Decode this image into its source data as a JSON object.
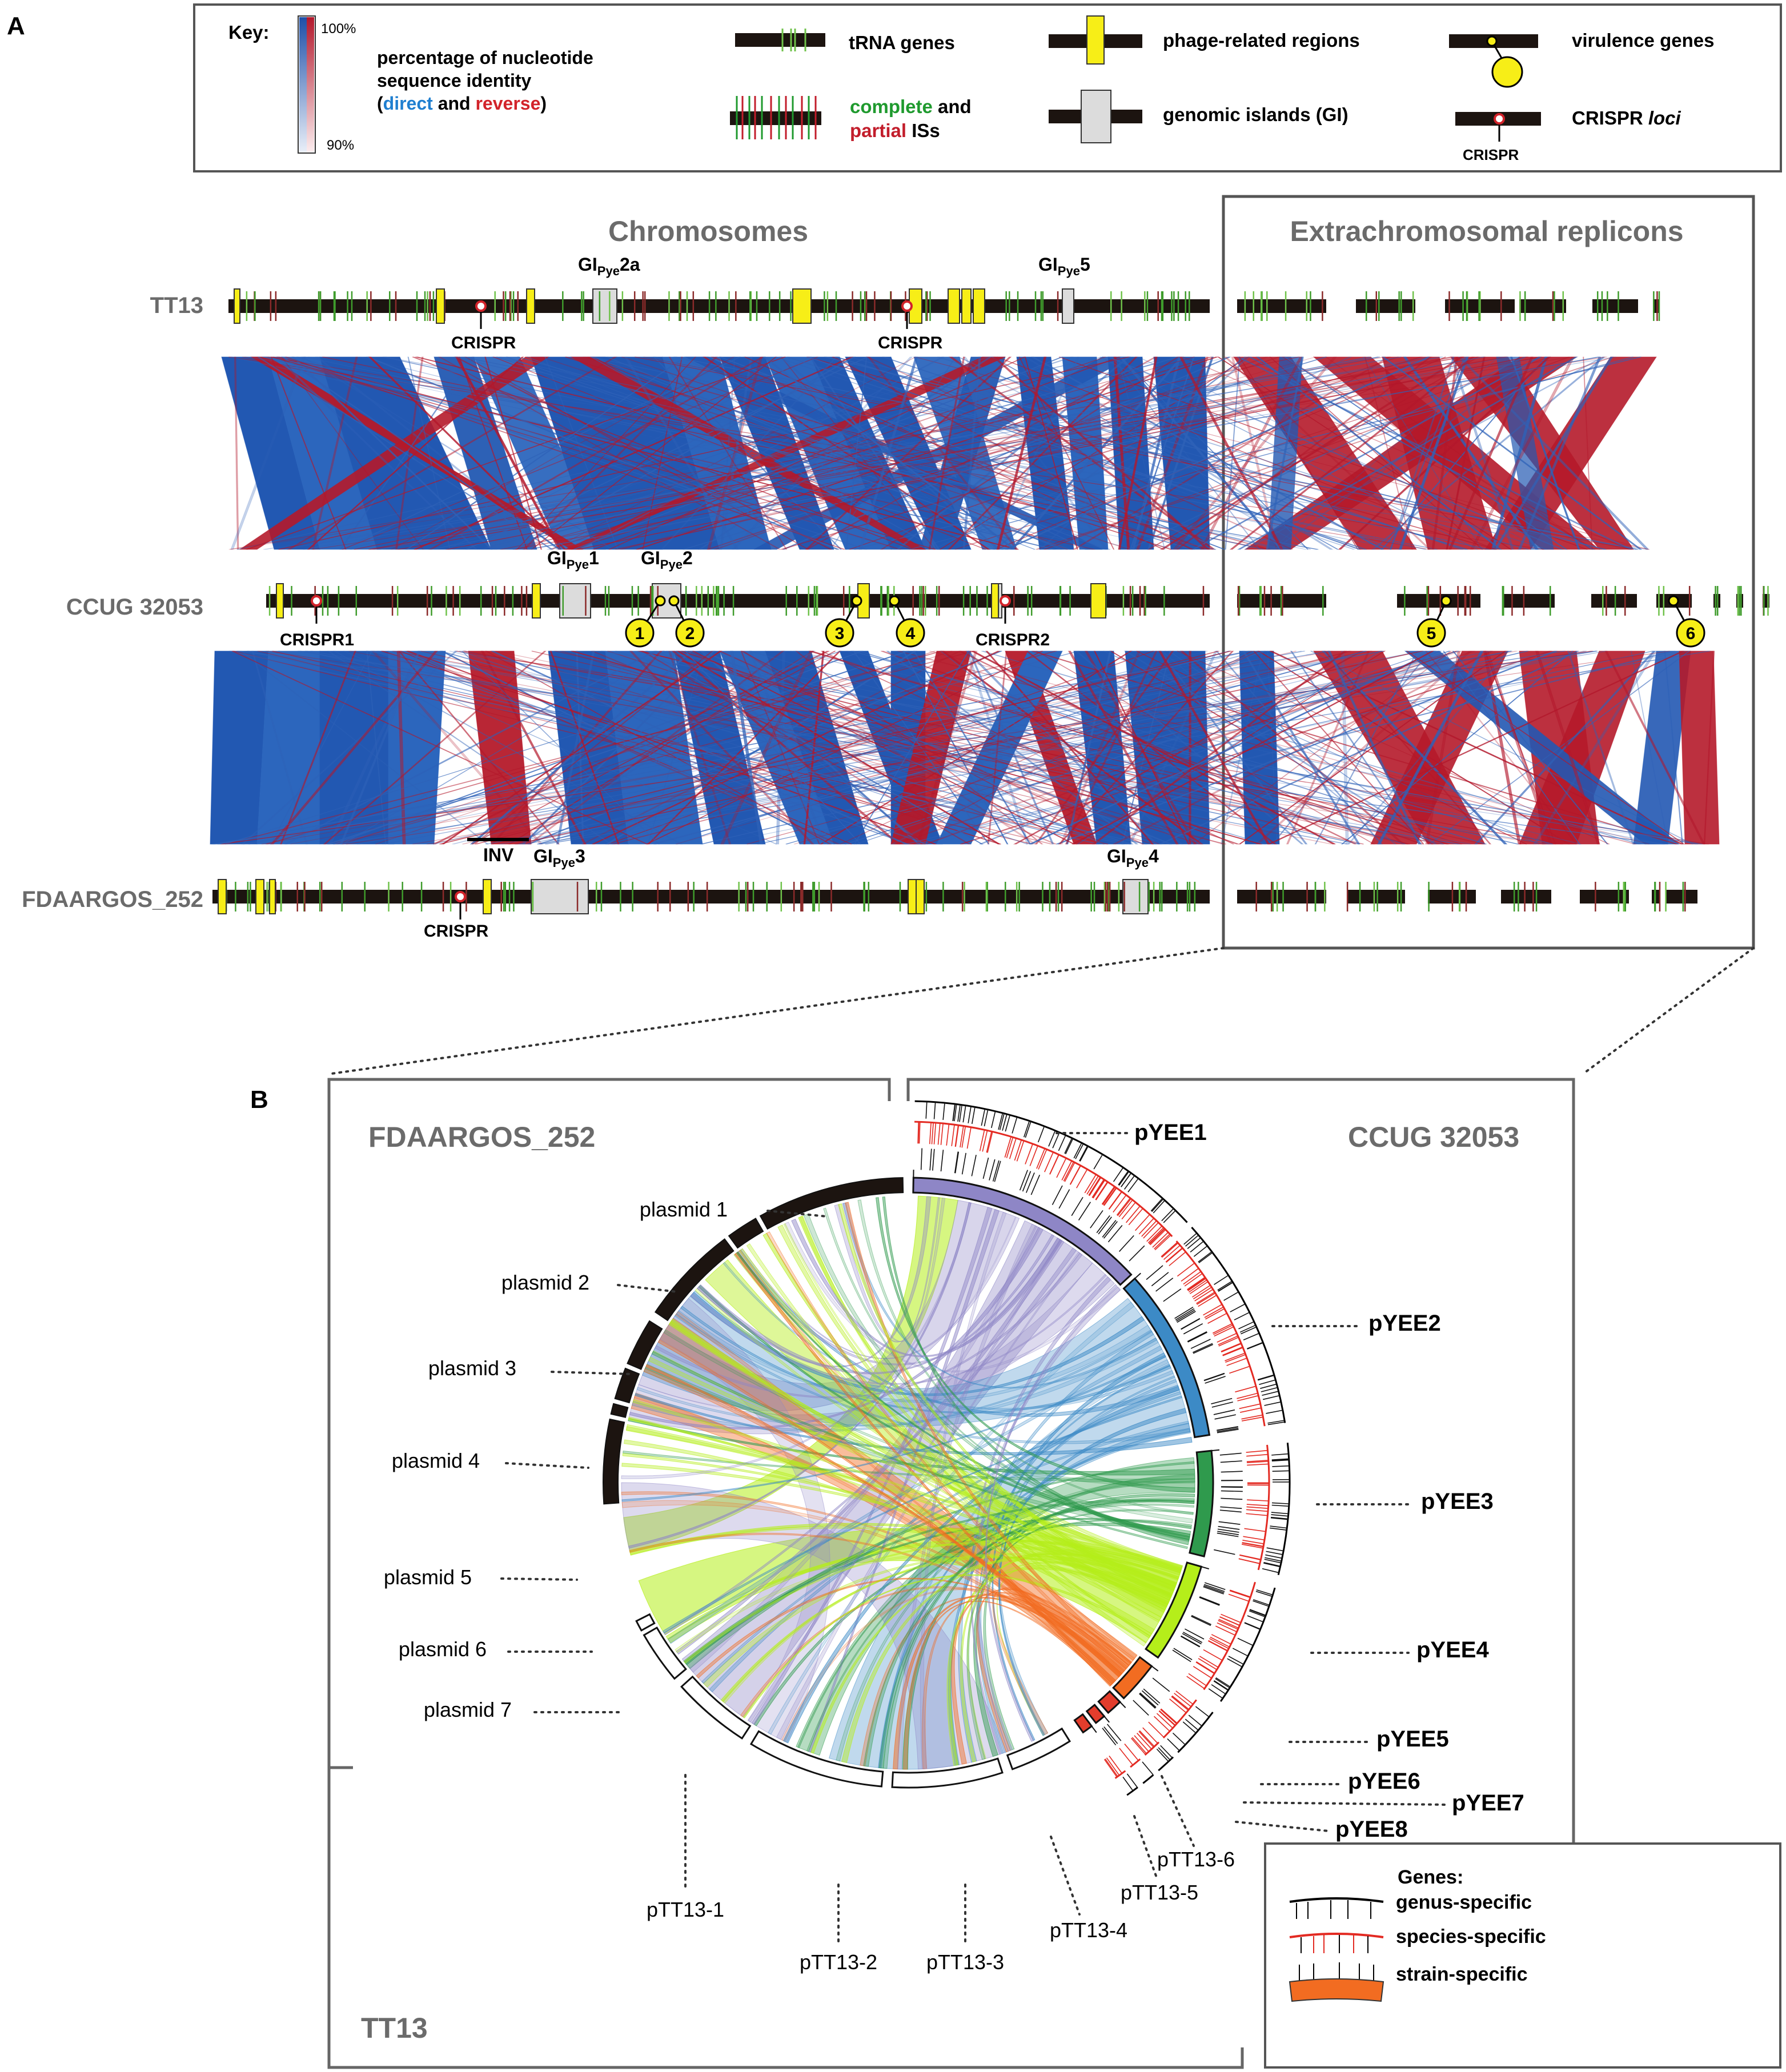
{
  "panel_a": {
    "label": "A",
    "key": {
      "title": "Key:",
      "scale_max": "100%",
      "scale_min": "90%",
      "identity_line1": "percentage of nucleotide",
      "identity_line2": "sequence identity",
      "identity_direct": "direct",
      "identity_and": "and",
      "identity_reverse": "reverse",
      "trna": "tRNA genes",
      "is_complete": "complete",
      "is_and": "and",
      "is_partial": "partial",
      "is_suffix": "ISs",
      "phage": "phage-related regions",
      "gi": "genomic islands (GI)",
      "virulence": "virulence genes",
      "crispr_loci": "CRISPR",
      "crispr_loci_italic": "loci",
      "crispr_marker": "CRISPR",
      "colors": {
        "direct": "#1f5fb5",
        "reverse": "#b3182c",
        "complete": "#1f9a2e",
        "partial": "#c21d2b",
        "phage": "#f7ee17",
        "gi": "#dcdcdc"
      }
    },
    "headers": {
      "chromosomes": "Chromosomes",
      "extrachromosomal": "Extrachromosomal replicons"
    },
    "strains": [
      "TT13",
      "CCUG 32053",
      "FDAARGOS_252"
    ],
    "gi_labels": {
      "tt13_2a": {
        "main": "GI",
        "sub": "Pye",
        "suffix": "2a"
      },
      "tt13_5": {
        "main": "GI",
        "sub": "Pye",
        "suffix": "5"
      },
      "ccug_1": {
        "main": "GI",
        "sub": "Pye",
        "suffix": "1"
      },
      "ccug_2": {
        "main": "GI",
        "sub": "Pye",
        "suffix": "2"
      },
      "fda_3": {
        "main": "GI",
        "sub": "Pye",
        "suffix": "3"
      },
      "fda_4": {
        "main": "GI",
        "sub": "Pye",
        "suffix": "4"
      }
    },
    "crispr_labels": {
      "tt13_a": "CRISPR",
      "tt13_b": "CRISPR",
      "ccug_1": "CRISPR1",
      "ccug_2": "CRISPR2",
      "fda": "CRISPR"
    },
    "virulence_markers": [
      "1",
      "2",
      "3",
      "4",
      "5",
      "6"
    ],
    "inversion_label": "INV"
  },
  "panel_b": {
    "label": "B",
    "groups": {
      "fdaargos": "FDAARGOS_252",
      "ccug": "CCUG 32053",
      "tt13": "TT13"
    },
    "fdaargos_plasmids": [
      "plasmid 1",
      "plasmid 2",
      "plasmid 3",
      "plasmid 4",
      "plasmid 5",
      "plasmid 6",
      "plasmid 7"
    ],
    "ccug_plasmids": [
      "pYEE1",
      "pYEE2",
      "pYEE3",
      "pYEE4",
      "pYEE5",
      "pYEE6",
      "pYEE7",
      "pYEE8"
    ],
    "tt13_plasmids": [
      "pTT13-1",
      "pTT13-2",
      "pTT13-3",
      "pTT13-4",
      "pTT13-5",
      "pTT13-6"
    ],
    "plasmid_colors": [
      "#8e86c6",
      "#3c8ac6",
      "#2f9a4d",
      "#b5ee1a",
      "#f26c21",
      "#e33d2c",
      "#e33d2c",
      "#e33d2c"
    ],
    "genes_legend": {
      "title": "Genes:",
      "genus": "genus-specific",
      "species": "species-specific",
      "strain": "strain-specific"
    }
  }
}
